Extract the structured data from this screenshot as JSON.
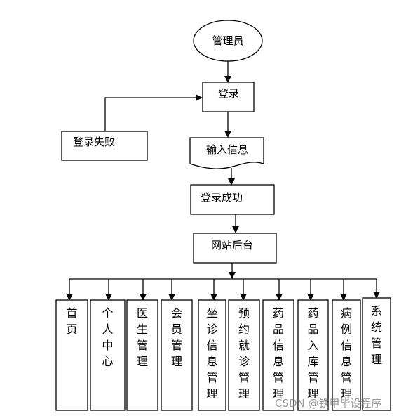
{
  "nodes": {
    "admin": "管理员",
    "login": "登录",
    "login_fail": "登录失败",
    "input_info": "输入信息",
    "login_success": "登录成功",
    "backend": "网站后台"
  },
  "modules": [
    {
      "label": "首页"
    },
    {
      "label": "个人中心"
    },
    {
      "label": "医生管理"
    },
    {
      "label": "会员管理"
    },
    {
      "label": "坐诊信息管理"
    },
    {
      "label": "预约就诊管理"
    },
    {
      "label": "药品信息管理"
    },
    {
      "label": "药品入库管理"
    },
    {
      "label": "病例信息管理"
    },
    {
      "label": "系统管理"
    }
  ],
  "watermark": "CSDN @铁甲毕设程序"
}
